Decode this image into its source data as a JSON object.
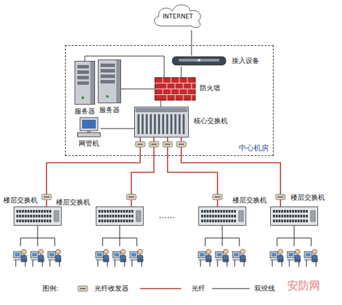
{
  "diagram": {
    "nodes": [
      {
        "text": [
          "INTERNET"
        ]
      },
      {
        "text": [
          "中心机房"
        ]
      },
      {
        "text": [
          "接入设备"
        ],
        "in": 1
      },
      {
        "text": [
          "服务器"
        ],
        "in": 1
      },
      {
        "text": [
          "服务器"
        ],
        "in": 1
      },
      {
        "text": [
          "防火墙"
        ],
        "in": 1
      },
      {
        "text": [
          "核心交换机"
        ],
        "in": 1
      },
      {
        "text": [
          "网管机"
        ],
        "in": 1
      },
      {
        "text": [
          "楼层交换机"
        ]
      },
      {
        "text": [
          "楼层交换机"
        ]
      },
      {
        "text": [
          "楼层交换机"
        ]
      },
      {
        "text": [
          "楼层交换机"
        ]
      }
    ],
    "edges": [
      {
        "from": 0,
        "to": 2,
        "arrow": "none"
      },
      {
        "from": 2,
        "to": 5,
        "arrow": "none"
      },
      {
        "from": 3,
        "to": 5,
        "arrow": "none"
      },
      {
        "from": 4,
        "to": 5,
        "arrow": "none"
      },
      {
        "from": 5,
        "to": 6,
        "arrow": "none"
      },
      {
        "from": 6,
        "to": 7,
        "arrow": "none"
      },
      {
        "from": 6,
        "to": 8,
        "arrow": "none"
      },
      {
        "from": 6,
        "to": 9,
        "arrow": "none"
      },
      {
        "from": 6,
        "to": 10,
        "arrow": "none"
      },
      {
        "from": 6,
        "to": 11,
        "arrow": "none"
      }
    ],
    "labels": [
      "……",
      "图例:",
      "安防网"
    ],
    "legend": [
      {
        "text": "光纤收发器"
      },
      {
        "text": "光纤"
      },
      {
        "text": "双绞线"
      }
    ]
  }
}
